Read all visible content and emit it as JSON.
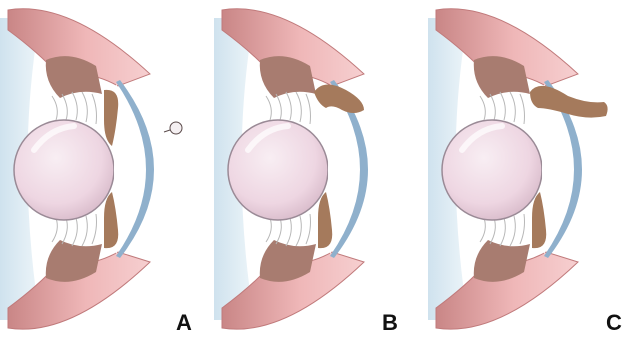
{
  "panels": [
    {
      "label": "A"
    },
    {
      "label": "B"
    },
    {
      "label": "C"
    }
  ],
  "colors": {
    "background": "#ffffff",
    "vitreous": "#e3eef4",
    "sclera": "#efb7b8",
    "sclera_dark": "#c98686",
    "ciliary": "#a87c70",
    "iris": "#a57a5c",
    "cornea_fill": "#ffffff",
    "cornea_stroke": "#8fb0cc",
    "lens_fill": "#f0dbe6",
    "lens_stroke": "#9a8a96",
    "zonule": "#b8b8b8",
    "outline": "#5a4a4a"
  }
}
